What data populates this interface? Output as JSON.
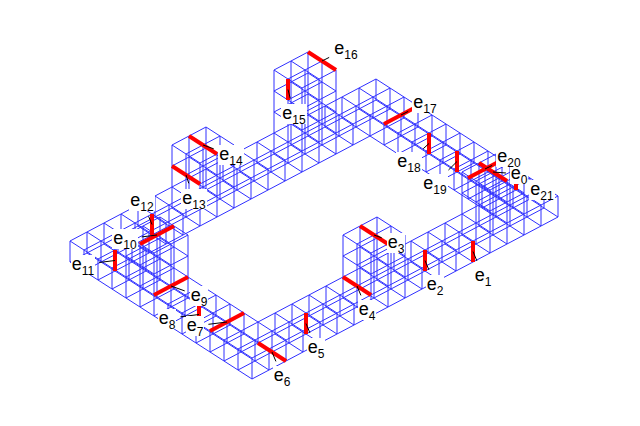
{
  "diagram": {
    "labels": [
      "e0",
      "e1",
      "e2",
      "e3",
      "e4",
      "e5",
      "e6",
      "e7",
      "e8",
      "e9",
      "e10",
      "e11",
      "e12",
      "e13",
      "e14",
      "e15",
      "e16",
      "e17",
      "e18",
      "e19",
      "e20",
      "e21"
    ]
  }
}
